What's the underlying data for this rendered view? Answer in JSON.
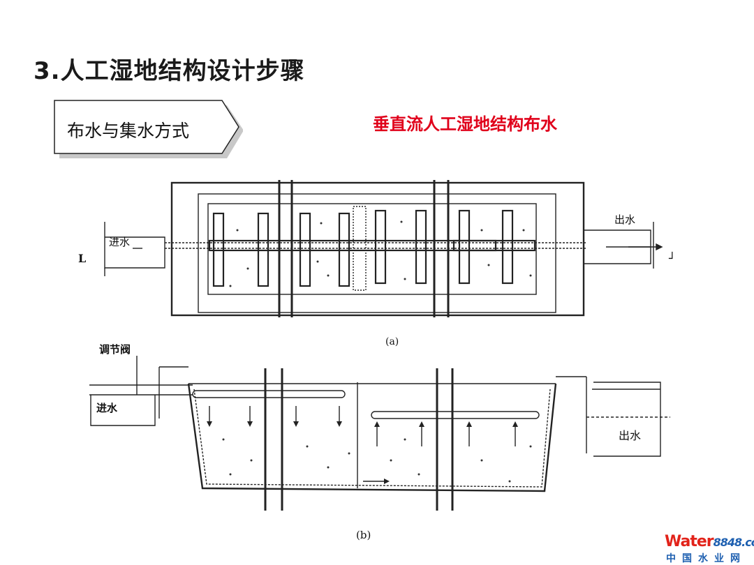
{
  "slide": {
    "title": "3.人工湿地结构设计步骤",
    "callout_label": "布水与集水方式",
    "subtitle": "垂直流人工湿地结构布水"
  },
  "figure_a": {
    "inlet_label": "进水",
    "outlet_label": "出水",
    "caption": "(a)",
    "section_mark_left": "L",
    "section_mark_right": "┘"
  },
  "figure_b": {
    "valve_label": "调节阀",
    "inlet_label": "进水",
    "outlet_label": "出水",
    "caption": "(b)"
  },
  "watermark": {
    "brand": "Water",
    "number": "8848",
    "suffix": ".com",
    "cn": "中国水业网"
  },
  "colors": {
    "title": "#1a1a1a",
    "subtitle": "#e0001a",
    "line": "#222222",
    "logo_red": "#e2231a",
    "logo_blue": "#1d5fb0"
  }
}
